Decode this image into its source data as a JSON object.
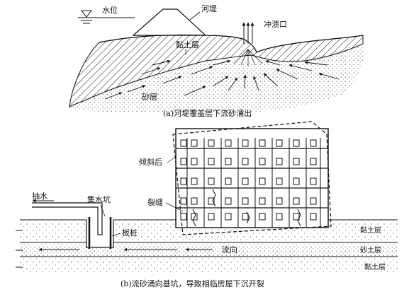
{
  "panel_a": {
    "caption": "(a)河堤覆盖层下流砂涌出",
    "water_level": "水位",
    "levee": "河堤",
    "breach": "冲溃口",
    "clay_layer": "黏土层",
    "sand_layer": "砂层"
  },
  "panel_b": {
    "caption": "(b)流砂涌向基坑，导致相临房屋下沉开裂",
    "pumping": "抽水",
    "sump": "集水坑",
    "sheet_pile": "板桩",
    "tilted": "倾斜后",
    "cracks": "裂缝",
    "flow": "流向",
    "clay_layer": "黏土层",
    "sandy_soil_layer": "砂土层",
    "clay_layer_bottom": "黏土层"
  }
}
